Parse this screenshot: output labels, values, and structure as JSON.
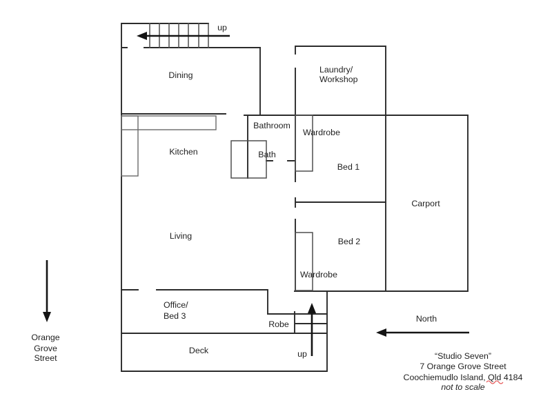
{
  "plan": {
    "rooms": {
      "dining": "Dining",
      "kitchen": "Kitchen",
      "living": "Living",
      "bathroom": "Bathroom",
      "bath": "Bath",
      "bed1": "Bed 1",
      "bed2": "Bed 2",
      "office_line1": "Office/",
      "office_line2": "Bed 3",
      "laundry_line1": "Laundry/",
      "laundry_line2": "Workshop",
      "carport": "Carport",
      "deck": "Deck",
      "robe": "Robe",
      "wardrobe_bed1": "Wardrobe",
      "wardrobe_bed2": "Wardrobe"
    },
    "stairs": {
      "top_up_label": "up",
      "bottom_up_label": "up"
    },
    "compass": {
      "north_label": "North"
    },
    "street": {
      "line1": "Orange",
      "line2": "Grove",
      "line3": "Street"
    }
  },
  "annotation": {
    "title": "“Studio Seven”",
    "street_address": "7 Orange Grove Street",
    "locality": "Coochiemudlo Island, Qld 4184",
    "scale_note": "not to scale"
  },
  "colors": {
    "background": "#ffffff",
    "wall": "#2b2b2b",
    "fixture": "#4f4f4f",
    "text": "#1f1f1f",
    "spellcheck_underline": "#e03131"
  }
}
